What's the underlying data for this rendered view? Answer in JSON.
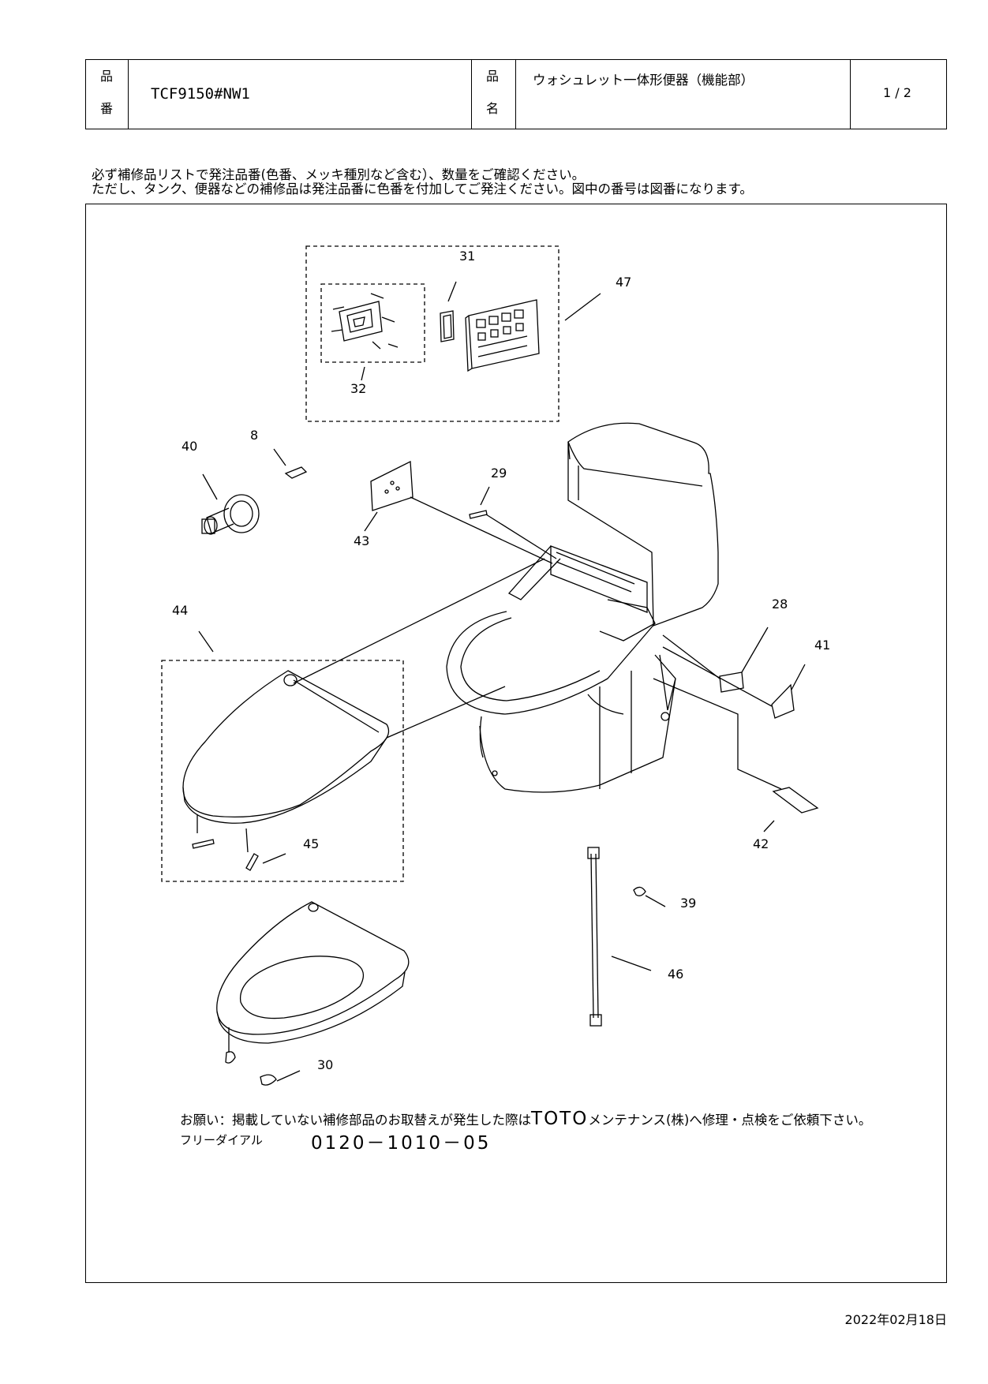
{
  "header": {
    "hinban_label_1": "品",
    "hinban_label_2": "番",
    "product_code": "TCF9150#NW1",
    "hinmei_label_1": "品",
    "hinmei_label_2": "名",
    "product_name": "ウォシュレット一体形便器（機能部）",
    "page": "1 / 2"
  },
  "instructions": [
    "必ず補修品リストで発注品番(色番、メッキ種別など含む）、数量をご確認ください。",
    "ただし、タンク、便器などの補修品は発注品番に色番を付加してご発注ください。図中の番号は図番になります。"
  ],
  "callouts": {
    "c31": "31",
    "c47": "47",
    "c32": "32",
    "c40": "40",
    "c8": "8",
    "c29": "29",
    "c43": "43",
    "c44": "44",
    "c28": "28",
    "c41": "41",
    "c42": "42",
    "c45": "45",
    "c39": "39",
    "c46": "46",
    "c30": "30"
  },
  "note": {
    "lead": "お願い：掲載していない補修部品のお取替えが発生した際は",
    "brand": "TOTO",
    "tail": "メンテナンス(株)へ修理・点検をご依頼下さい。",
    "dial_label": "フリーダイアル",
    "dial_number": "0120－1010－05"
  },
  "date": "2022年02月18日"
}
